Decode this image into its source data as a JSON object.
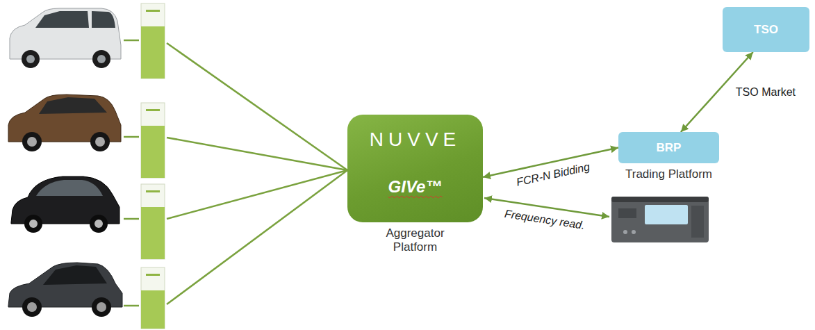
{
  "diagram": {
    "nodes": [
      {
        "text": [
          "NUVVE",
          "GIVe™",
          "Aggregator Platform"
        ]
      },
      {
        "text": [
          "BRP",
          "Trading Platform"
        ]
      },
      {
        "text": [
          "TSO"
        ]
      }
    ],
    "edges": [
      {
        "from": 0,
        "to": 1,
        "label": "FCR-N Bidding",
        "arrow": "both"
      },
      {
        "from": 1,
        "to": 2,
        "label": "TSO Market",
        "arrow": "both"
      }
    ],
    "labels": [
      "Frequency read."
    ]
  }
}
